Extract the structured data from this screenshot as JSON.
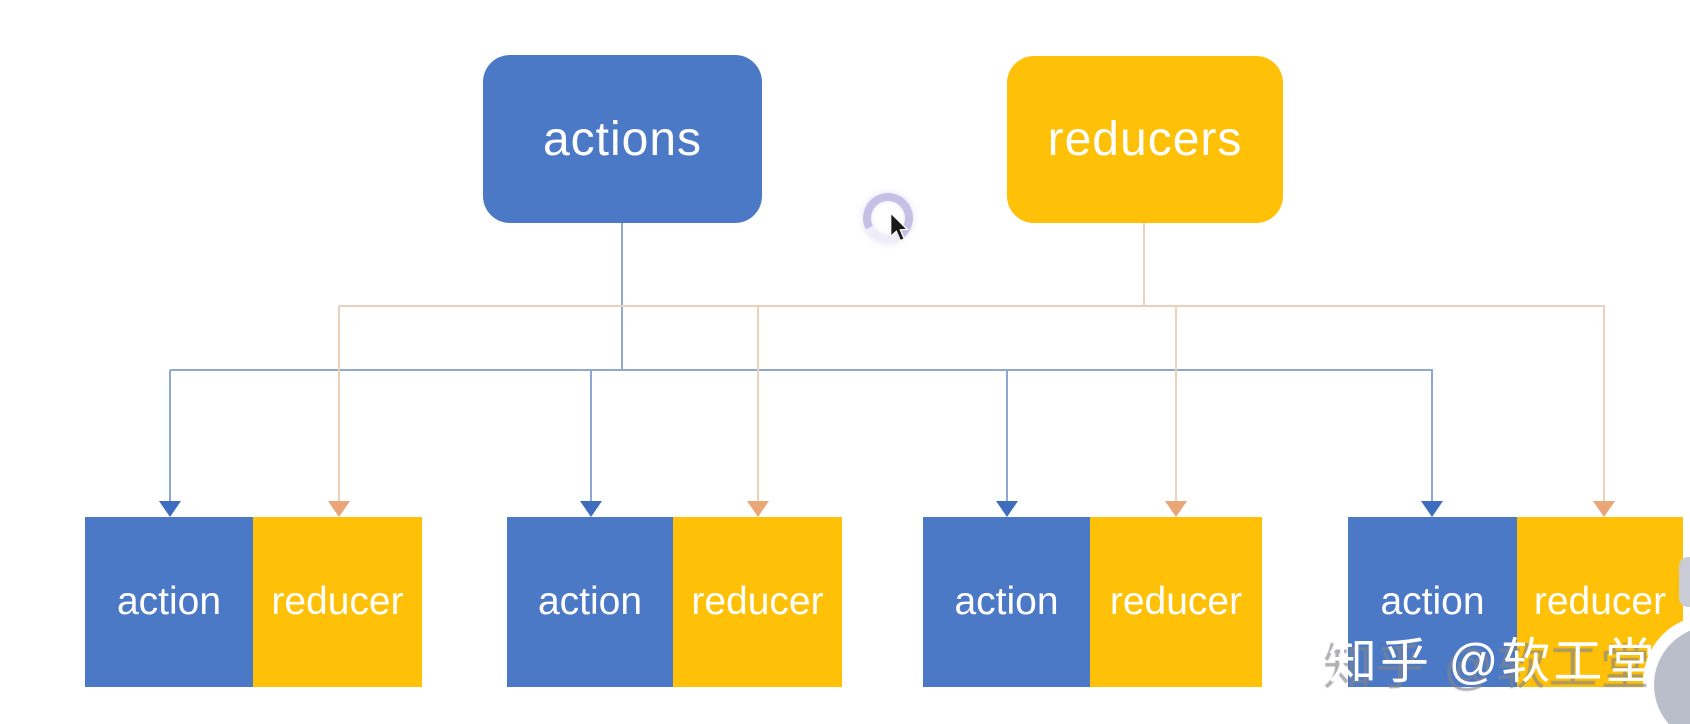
{
  "colors": {
    "node_blue": "#4b79c6",
    "node_yellow": "#fec107",
    "line_blue": "#8ea8d0",
    "line_orange": "#ebd0bc",
    "arrow_blue": "#3e6cbe",
    "arrow_orange": "#eba678",
    "spinner_ring": "#c6c0e7",
    "circle_grey": "#b9bfca",
    "edge_tab_grey": "#c9ccd6",
    "text_white": "#ffffff"
  },
  "diagram": {
    "top_nodes": [
      {
        "label": "actions"
      },
      {
        "label": "reducers"
      }
    ],
    "pairs": [
      {
        "action_label": "action",
        "reducer_label": "reducer"
      },
      {
        "action_label": "action",
        "reducer_label": "reducer"
      },
      {
        "action_label": "action",
        "reducer_label": "reducer"
      },
      {
        "action_label": "action",
        "reducer_label": "reducer"
      }
    ]
  },
  "watermark": {
    "text": "知乎 @软工堂"
  }
}
